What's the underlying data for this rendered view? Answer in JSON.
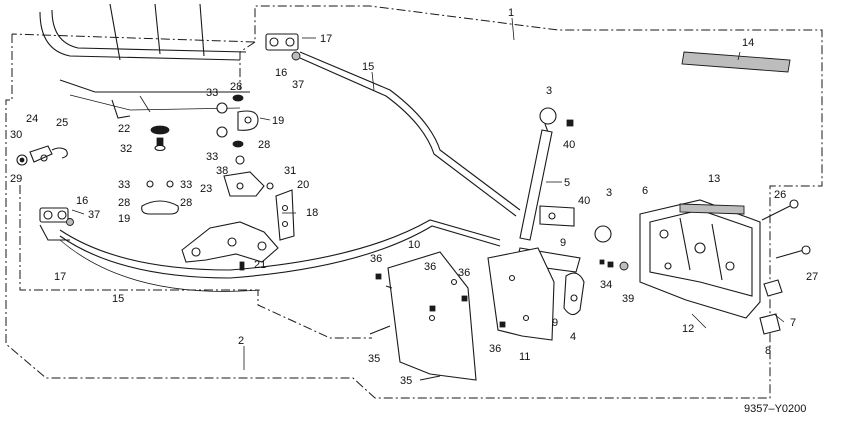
{
  "callouts": [
    {
      "id": "c1",
      "text": "1"
    },
    {
      "id": "c2",
      "text": "2"
    },
    {
      "id": "c3a",
      "text": "3"
    },
    {
      "id": "c3b",
      "text": "3"
    },
    {
      "id": "c4",
      "text": "4"
    },
    {
      "id": "c5",
      "text": "5"
    },
    {
      "id": "c6",
      "text": "6"
    },
    {
      "id": "c7",
      "text": "7"
    },
    {
      "id": "c8",
      "text": "8"
    },
    {
      "id": "c9a",
      "text": "9"
    },
    {
      "id": "c9b",
      "text": "9"
    },
    {
      "id": "c10",
      "text": "10"
    },
    {
      "id": "c11",
      "text": "11"
    },
    {
      "id": "c12",
      "text": "12"
    },
    {
      "id": "c13",
      "text": "13"
    },
    {
      "id": "c14",
      "text": "14"
    },
    {
      "id": "c15a",
      "text": "15"
    },
    {
      "id": "c15b",
      "text": "15"
    },
    {
      "id": "c16a",
      "text": "16"
    },
    {
      "id": "c16b",
      "text": "16"
    },
    {
      "id": "c17a",
      "text": "17"
    },
    {
      "id": "c17b",
      "text": "17"
    },
    {
      "id": "c18",
      "text": "18"
    },
    {
      "id": "c19a",
      "text": "19"
    },
    {
      "id": "c19b",
      "text": "19"
    },
    {
      "id": "c20",
      "text": "20"
    },
    {
      "id": "c21",
      "text": "21"
    },
    {
      "id": "c22",
      "text": "22"
    },
    {
      "id": "c23",
      "text": "23"
    },
    {
      "id": "c24",
      "text": "24"
    },
    {
      "id": "c25",
      "text": "25"
    },
    {
      "id": "c26",
      "text": "26"
    },
    {
      "id": "c27",
      "text": "27"
    },
    {
      "id": "c28a",
      "text": "28"
    },
    {
      "id": "c28b",
      "text": "28"
    },
    {
      "id": "c28c",
      "text": "28"
    },
    {
      "id": "c28d",
      "text": "28"
    },
    {
      "id": "c29",
      "text": "29"
    },
    {
      "id": "c30",
      "text": "30"
    },
    {
      "id": "c31",
      "text": "31"
    },
    {
      "id": "c32",
      "text": "32"
    },
    {
      "id": "c33a",
      "text": "33"
    },
    {
      "id": "c33b",
      "text": "33"
    },
    {
      "id": "c33c",
      "text": "33"
    },
    {
      "id": "c33d",
      "text": "33"
    },
    {
      "id": "c34",
      "text": "34"
    },
    {
      "id": "c35a",
      "text": "35"
    },
    {
      "id": "c35b",
      "text": "35"
    },
    {
      "id": "c36a",
      "text": "36"
    },
    {
      "id": "c36b",
      "text": "36"
    },
    {
      "id": "c36c",
      "text": "36"
    },
    {
      "id": "c36d",
      "text": "36"
    },
    {
      "id": "c37a",
      "text": "37"
    },
    {
      "id": "c37b",
      "text": "37"
    },
    {
      "id": "c38",
      "text": "38"
    },
    {
      "id": "c39",
      "text": "39"
    },
    {
      "id": "c40a",
      "text": "40"
    },
    {
      "id": "c40b",
      "text": "40"
    }
  ],
  "diagram_code": "9357–Y0200"
}
